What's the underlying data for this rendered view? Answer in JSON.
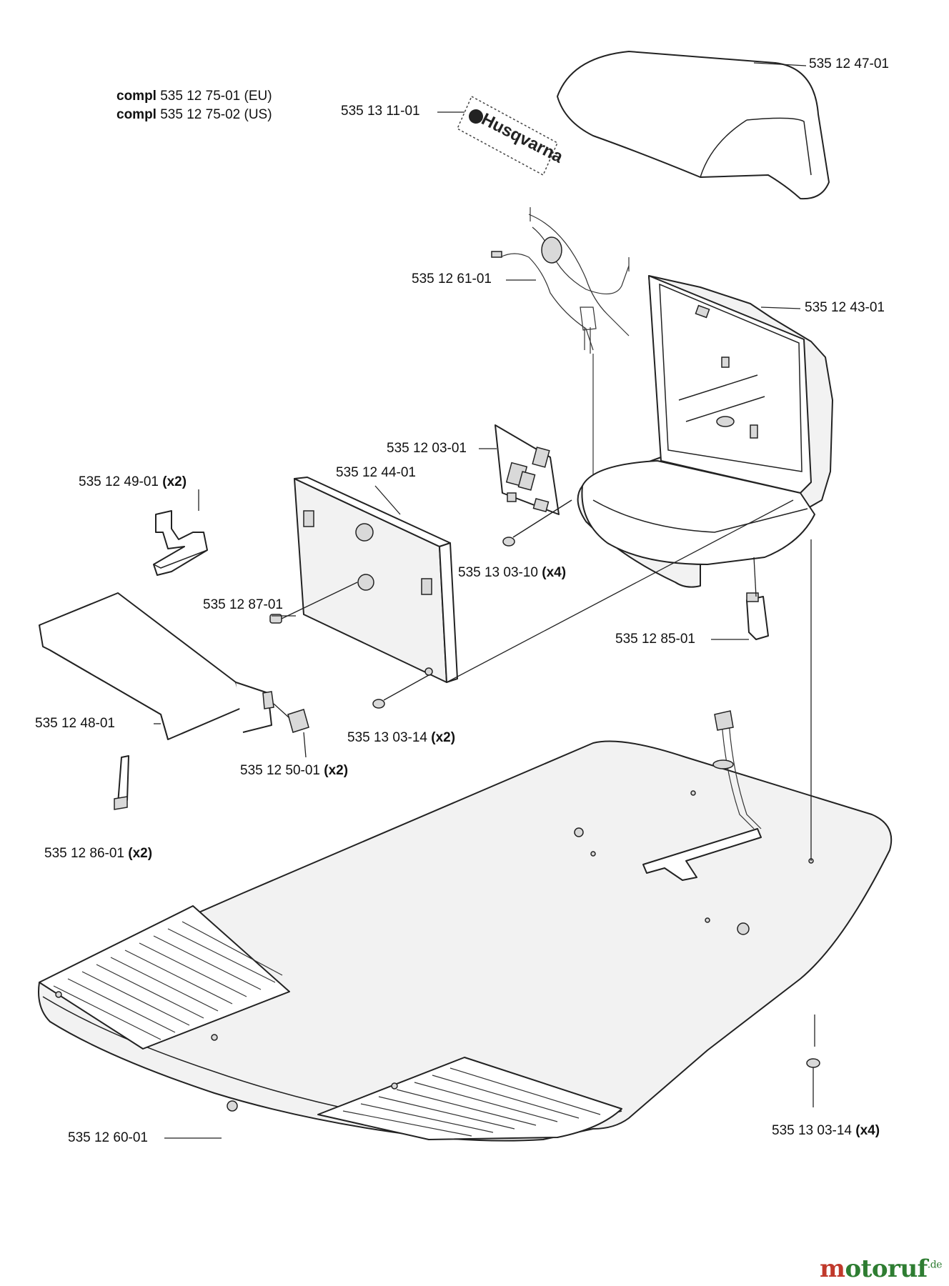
{
  "compl": [
    {
      "keyword": "compl",
      "number": "535 12 75-01 (EU)"
    },
    {
      "keyword": "compl",
      "number": "535 12 75-02 (US)"
    }
  ],
  "logo_text": "Husqvarna",
  "parts": [
    {
      "id": "p-535-12-47-01",
      "number": "535 12 47-01",
      "qty": ""
    },
    {
      "id": "p-535-13-11-01",
      "number": "535 13 11-01",
      "qty": ""
    },
    {
      "id": "p-535-12-61-01",
      "number": "535 12 61-01",
      "qty": ""
    },
    {
      "id": "p-535-12-43-01",
      "number": "535 12 43-01",
      "qty": ""
    },
    {
      "id": "p-535-12-03-01",
      "number": "535 12 03-01",
      "qty": ""
    },
    {
      "id": "p-535-12-49-01",
      "number": "535 12 49-01",
      "qty": "(x2)"
    },
    {
      "id": "p-535-12-44-01",
      "number": "535 12 44-01",
      "qty": ""
    },
    {
      "id": "p-535-13-03-10",
      "number": "535 13 03-10",
      "qty": "(x4)"
    },
    {
      "id": "p-535-12-87-01",
      "number": "535 12 87-01",
      "qty": ""
    },
    {
      "id": "p-535-12-85-01",
      "number": "535 12 85-01",
      "qty": ""
    },
    {
      "id": "p-535-12-48-01",
      "number": "535 12 48-01",
      "qty": ""
    },
    {
      "id": "p-535-13-03-14a",
      "number": "535 13 03-14",
      "qty": "(x2)"
    },
    {
      "id": "p-535-12-50-01",
      "number": "535 12 50-01",
      "qty": "(x2)"
    },
    {
      "id": "p-535-12-86-01",
      "number": "535 12 86-01",
      "qty": "(x2)"
    },
    {
      "id": "p-535-12-60-01",
      "number": "535 12 60-01",
      "qty": ""
    },
    {
      "id": "p-535-13-03-14b",
      "number": "535 13 03-14",
      "qty": "(x4)"
    }
  ],
  "watermark": {
    "first": "m",
    "rest": "otoruf",
    "suffix": ".de"
  }
}
